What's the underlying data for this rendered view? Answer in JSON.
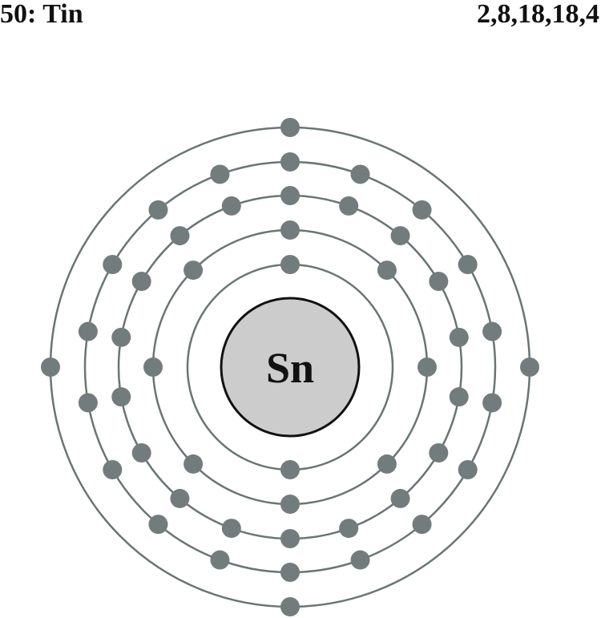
{
  "header": {
    "element": "50: Tin",
    "configuration": "2,8,18,18,4"
  },
  "atom": {
    "symbol": "Sn",
    "shells": [
      2,
      8,
      18,
      18,
      4
    ]
  },
  "colors": {
    "orbit": "#697574",
    "electron": "#737c7c",
    "nucleus_fill": "#cccccc",
    "nucleus_stroke": "#111111",
    "text": "#111111"
  }
}
